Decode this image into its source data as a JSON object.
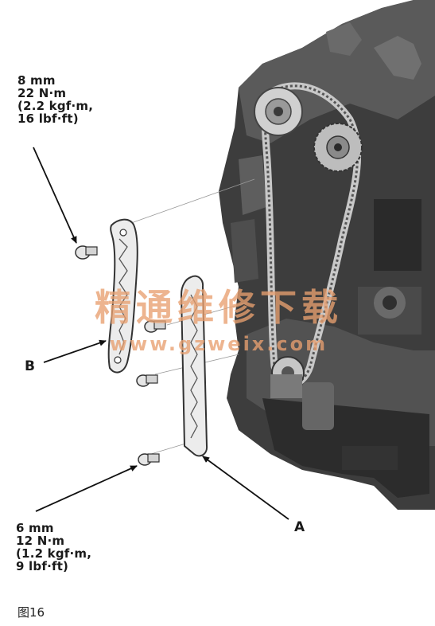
{
  "upper_spec": {
    "line1": "8 mm",
    "line2": "22 N·m",
    "line3": "(2.2 kgf·m,",
    "line4": "16 lbf·ft)"
  },
  "lower_spec": {
    "line1": "6 mm",
    "line2": "12 N·m",
    "line3": "(1.2 kgf·m,",
    "line4": "9 lbf·ft)"
  },
  "callouts": {
    "a": "A",
    "b": "B"
  },
  "caption": "图16",
  "watermark": {
    "text": "精通维修下载",
    "url": "www.gzweix.com"
  }
}
